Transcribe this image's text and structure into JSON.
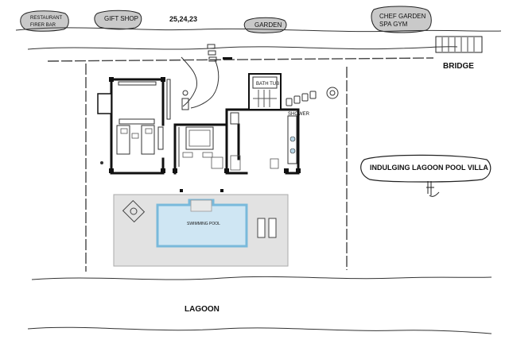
{
  "labels": {
    "restaurant": "RESTAURANT",
    "firer_bar": "FIRER BAR",
    "gift_shop": "GIFT SHOP",
    "villa_numbers": "25,24,23",
    "garden": "GARDEN",
    "chef_garden": "CHEF GARDEN",
    "spa_gym": "SPA GYM",
    "bridge": "BRIDGE",
    "bath_tub": "BATH TUB",
    "shower": "SHOWER",
    "villa_name": "INDULGING LAGOON POOL VILLA",
    "swimming_pool": "SWIMMING POOL",
    "lagoon": "LAGOON"
  },
  "colors": {
    "pool_water": "#cfe6f3",
    "pool_edge": "#79b9db",
    "deck": "#e2e2e2",
    "ink": "#111111"
  }
}
